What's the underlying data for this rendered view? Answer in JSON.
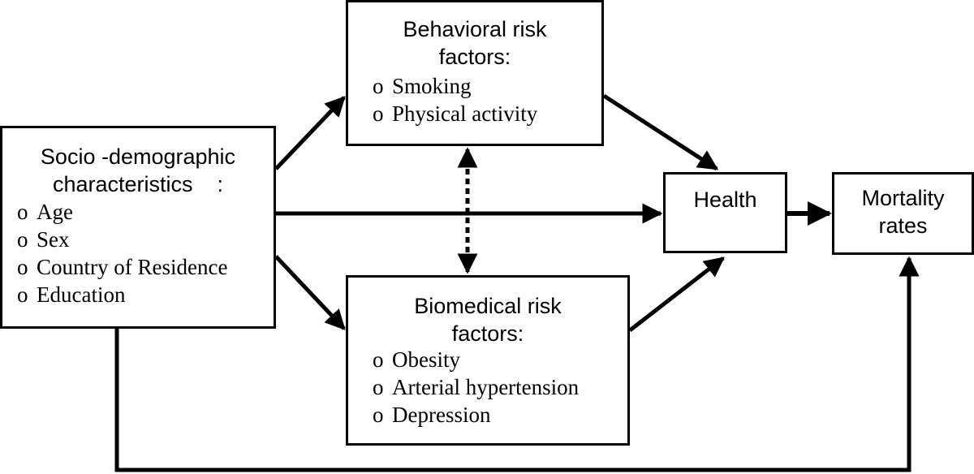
{
  "sociodemographic": {
    "title_line1": "Socio -demographic",
    "title_line2": "characteristics    :",
    "items": [
      "Age",
      "Sex",
      "Country of Residence",
      "Education"
    ]
  },
  "behavioral": {
    "title_line1": "Behavioral risk",
    "title_line2": "factors:",
    "items": [
      "Smoking",
      "Physical activity"
    ]
  },
  "biomedical": {
    "title_line1": "Biomedical risk",
    "title_line2": "factors:",
    "items": [
      "Obesity",
      "Arterial hypertension",
      "Depression"
    ]
  },
  "health": {
    "title": "Health"
  },
  "mortality": {
    "title_line1": "Mortality",
    "title_line2": "rates"
  },
  "bullet_glyph": "o",
  "colors": {
    "stroke": "#000000",
    "background": "#ffffff"
  }
}
